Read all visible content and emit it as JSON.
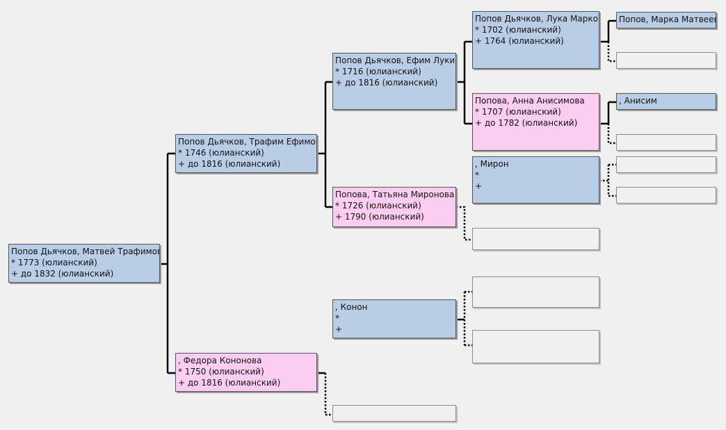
{
  "colors": {
    "male": "#b9cde6",
    "female": "#fbcdf0",
    "empty": "#f0f0f0",
    "background": "#f0f0f0",
    "connector": "#000000"
  },
  "people": {
    "p1": {
      "name": "Попов Дьячков, Матвей Трафимов",
      "birth": "* 1773 (юлианский)",
      "death": "+ до 1832 (юлианский)",
      "sex": "male"
    },
    "p2": {
      "name": "Попов Дьячков, Трафим Ефимов",
      "birth": "* 1746 (юлианский)",
      "death": "+ до 1816 (юлианский)",
      "sex": "male"
    },
    "p3": {
      "name": ", Федора Кононова",
      "birth": "* 1750 (юлианский)",
      "death": "+ до 1816 (юлианский)",
      "sex": "female"
    },
    "p4": {
      "name": "Попов Дьячков, Ефим Лукин",
      "birth": "* 1716 (юлианский)",
      "death": "+ до 1816 (юлианский)",
      "sex": "male"
    },
    "p5": {
      "name": "Попова, Татьяна Миронова",
      "birth": "* 1726 (юлианский)",
      "death": "+ 1790 (юлианский)",
      "sex": "female"
    },
    "p6": {
      "name": ", Конон",
      "birth": "*",
      "death": "+",
      "sex": "male"
    },
    "p7": {
      "name": "Попов Дьячков, Лука Марков",
      "birth": "* 1702 (юлианский)",
      "death": "+ 1764 (юлианский)",
      "sex": "male"
    },
    "p8": {
      "name": "Попова, Анна Анисимова",
      "birth": "* 1707 (юлианский)",
      "death": "+ до 1782 (юлианский)",
      "sex": "female"
    },
    "p9": {
      "name": ", Мирон",
      "birth": "*",
      "death": "+",
      "sex": "male"
    },
    "p10": {
      "name": "Попов, Марка Матвеев",
      "sex": "male"
    },
    "p11": {
      "name": ", Анисим",
      "sex": "male"
    }
  }
}
